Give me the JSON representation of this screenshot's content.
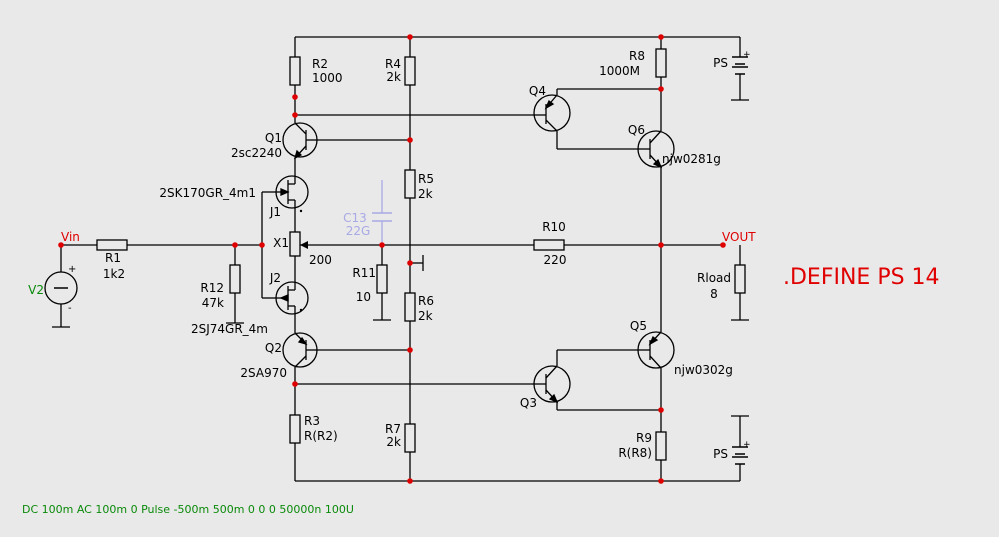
{
  "diagram": {
    "background": "#e9e9e9",
    "wire_color": "#000000",
    "node_color": "#e00000",
    "components": [
      {
        "id": "R1",
        "ref": "R1",
        "value": "1k2"
      },
      {
        "id": "R2",
        "ref": "R2",
        "value": "1000"
      },
      {
        "id": "R3",
        "ref": "R3",
        "value": "R(R2)"
      },
      {
        "id": "R4",
        "ref": "R4",
        "value": "2k"
      },
      {
        "id": "R5",
        "ref": "R5",
        "value": "2k"
      },
      {
        "id": "R6",
        "ref": "R6",
        "value": "2k"
      },
      {
        "id": "R7",
        "ref": "R7",
        "value": "2k"
      },
      {
        "id": "R8",
        "ref": "R8",
        "value": "1000M"
      },
      {
        "id": "R9",
        "ref": "R9",
        "value": "R(R8)"
      },
      {
        "id": "R10",
        "ref": "R10",
        "value": "220"
      },
      {
        "id": "R11",
        "ref": "R11",
        "value": "10"
      },
      {
        "id": "R12",
        "ref": "R12",
        "value": "47k"
      },
      {
        "id": "Rload",
        "ref": "Rload",
        "value": "8"
      },
      {
        "id": "X1",
        "ref": "X1",
        "value": "200"
      },
      {
        "id": "C13",
        "ref": "C13",
        "value": "22G"
      },
      {
        "id": "Q1",
        "ref": "Q1",
        "value": "2sc2240"
      },
      {
        "id": "Q2",
        "ref": "Q2",
        "value": "2SA970"
      },
      {
        "id": "Q3",
        "ref": "Q3",
        "value": ""
      },
      {
        "id": "Q4",
        "ref": "Q4",
        "value": ""
      },
      {
        "id": "Q5",
        "ref": "Q5",
        "value": "njw0302g"
      },
      {
        "id": "Q6",
        "ref": "Q6",
        "value": "njw0281g"
      },
      {
        "id": "J1",
        "ref": "J1",
        "value": "2SK170GR_4m1"
      },
      {
        "id": "J2",
        "ref": "J2",
        "value": "2SJ74GR_4m"
      },
      {
        "id": "V2",
        "ref": "V2",
        "value": ""
      },
      {
        "id": "PS_top",
        "ref": "PS",
        "value": ""
      },
      {
        "id": "PS_bot",
        "ref": "PS",
        "value": ""
      }
    ],
    "nets": {
      "vin": "Vin",
      "vout": "VOUT"
    },
    "directive": ".DEFINE PS 14",
    "source_command": "DC 100m AC 100m 0 Pulse -500m 500m 0 0 0 50000n 100U"
  }
}
